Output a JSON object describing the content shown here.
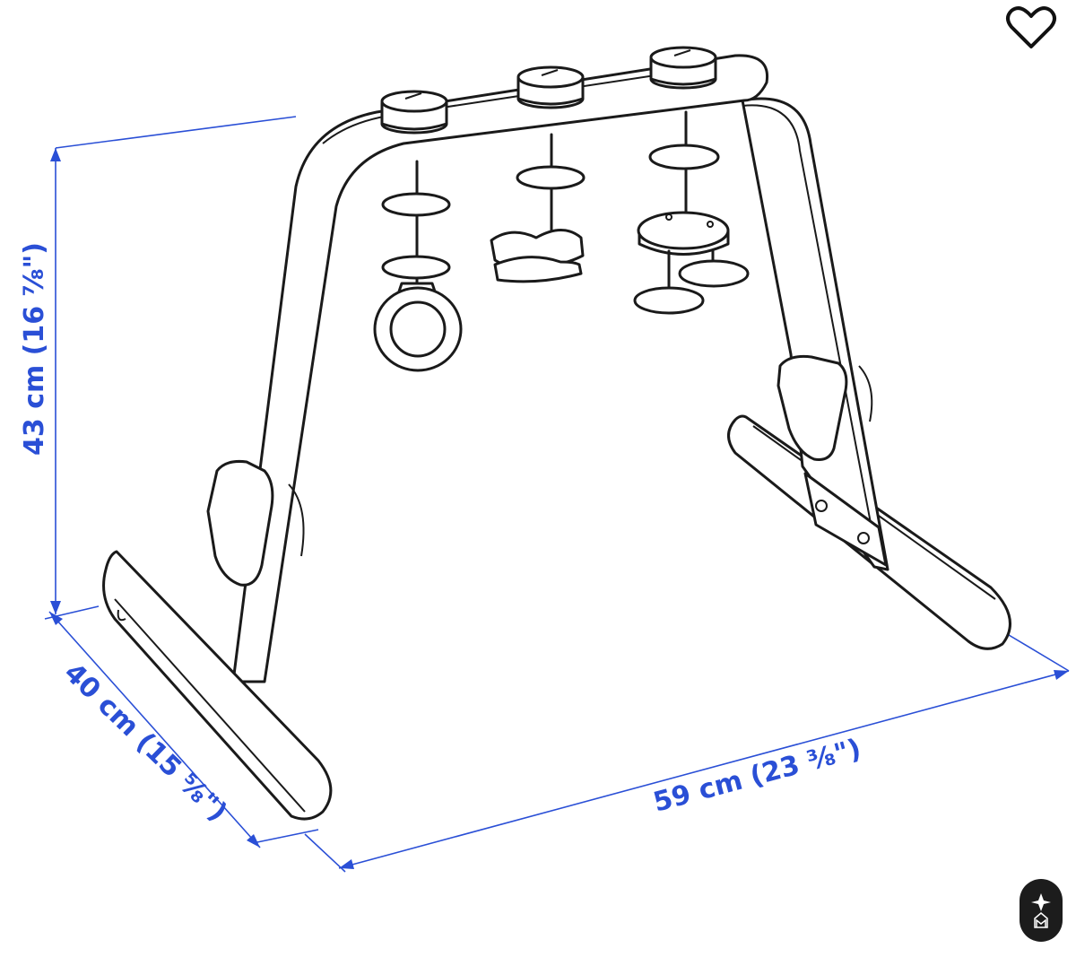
{
  "dimensions": {
    "height": "43 cm (16 ⅞\")",
    "depth": "40 cm (15 ⅝\")",
    "width": "59 cm (23 ⅜\")"
  },
  "colors": {
    "dimension_lines": "#2a4fd6",
    "outline": "#1a1a1a",
    "background": "#ffffff"
  },
  "icons": {
    "favorite": "heart-outline-icon",
    "brand": "brand-badge-icon"
  }
}
